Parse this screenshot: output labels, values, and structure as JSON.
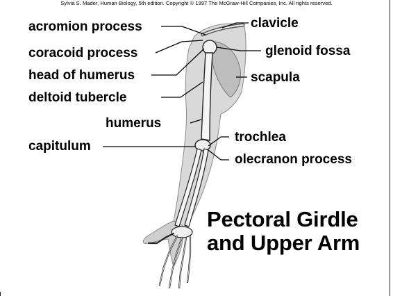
{
  "copyright": "Sylvia S. Mader, Human Biology, 5th edition. Copyright © 1997 The McGraw-Hill Companies, Inc. All rights reserved.",
  "labels": {
    "acromion_process": "acromion process",
    "clavicle": "clavicle",
    "coracoid_process": "coracoid process",
    "glenoid_fossa": "glenoid fossa",
    "head_of_humerus": "head of humerus",
    "scapula": "scapula",
    "deltoid_tubercle": "deltoid tubercle",
    "humerus": "humerus",
    "trochlea": "trochlea",
    "capitulum": "capitulum",
    "olecranon_process": "olecranon process"
  },
  "title": {
    "line1": "Pectoral Girdle",
    "line2": "and Upper Arm"
  }
}
